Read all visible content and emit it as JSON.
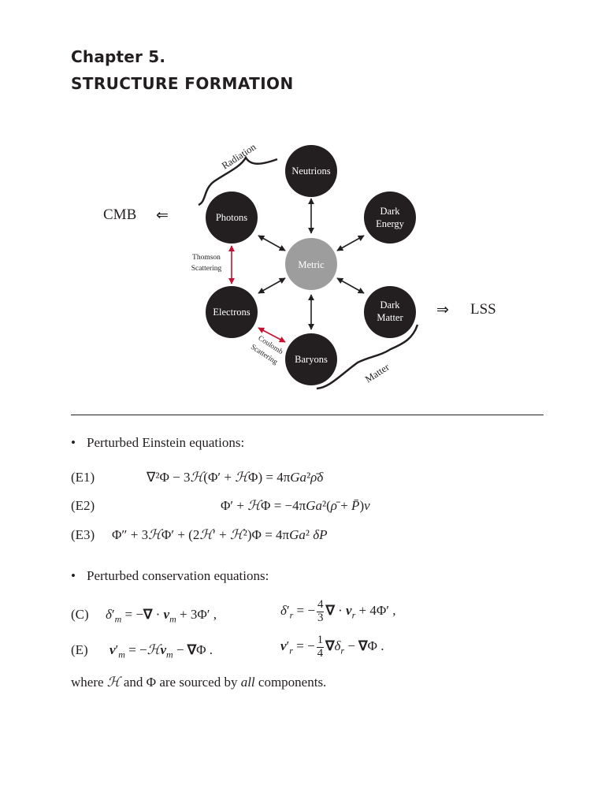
{
  "header": {
    "chapter": "Chapter 5.",
    "title": "STRUCTURE FORMATION"
  },
  "diagram": {
    "nodes": {
      "neutrinos": "Neutrions",
      "photons": "Photons",
      "dark_energy_1": "Dark",
      "dark_energy_2": "Energy",
      "metric": "Metric",
      "electrons": "Electrons",
      "dark_matter_1": "Dark",
      "dark_matter_2": "Matter",
      "baryons": "Baryons"
    },
    "labels": {
      "cmb": "CMB",
      "left_arrow": "⇐",
      "lss": "LSS",
      "right_arrow": "⇒",
      "radiation": "Radiation",
      "matter": "Matter",
      "thomson_1": "Thomson",
      "thomson_2": "Scattering",
      "coulomb_1": "Coulomb",
      "coulomb_2": "Scattering"
    },
    "colors": {
      "node_fill": "#231f20",
      "metric_fill": "#9d9d9d",
      "scattering_arrow": "#c8102e"
    }
  },
  "einstein": {
    "intro": "Perturbed Einstein equations:",
    "e1_label": "(E1)",
    "e2_label": "(E2)",
    "e3_label": "(E3)"
  },
  "conservation": {
    "intro": "Perturbed conservation equations:",
    "c_label": "(C)",
    "e_label": "(E)"
  },
  "footer": {
    "pre": "where ",
    "h": "ℋ",
    "and": " and ",
    "phi": "Φ",
    "mid": " are sourced by ",
    "all": "all",
    "post": " components."
  }
}
